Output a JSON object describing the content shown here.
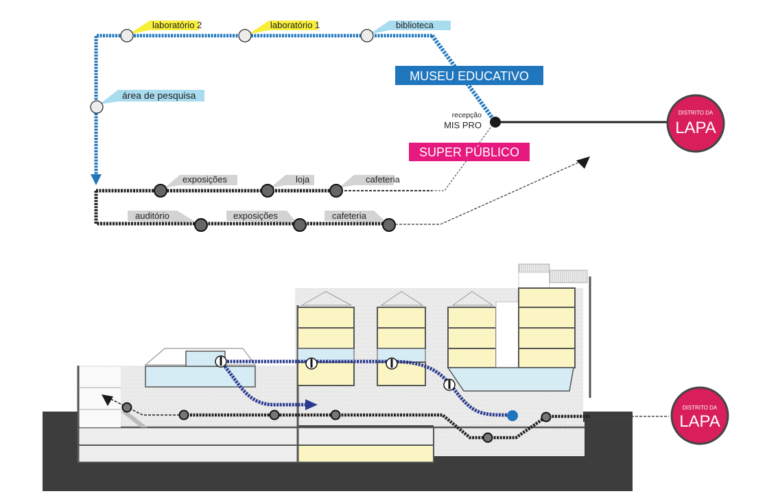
{
  "colors": {
    "blue_route": "#1f76bd",
    "dark_blue_route": "#2a3a8f",
    "black_route": "#222222",
    "yellow_tag": "#f7ef3a",
    "light_blue_tag": "#a9dcef",
    "grey_tag": "#d3d3d3",
    "museu_box": "#1f76bd",
    "super_box": "#e5197e",
    "lapa_circle": "#d81e5b",
    "lapa_ring": "#444444",
    "ground": "#3d3d3d",
    "floor_yellow": "#faf5c3",
    "floor_blue": "#d6ecf5",
    "concrete": "#e8e8e8"
  },
  "top_diagram": {
    "blue_stations": [
      {
        "label": "laboratório 2",
        "tag": "yellow"
      },
      {
        "label": "laboratório 1",
        "tag": "yellow"
      },
      {
        "label": "biblioteca",
        "tag": "light_blue"
      },
      {
        "label": "área de pesquisa",
        "tag": "light_blue"
      }
    ],
    "museu_label": "MUSEU EDUCATIVO",
    "reception_small": "recepção",
    "reception_big": "MIS PRO",
    "super_label": "SUPER PÚBLICO",
    "upper_grey_stations": [
      {
        "label": "exposições"
      },
      {
        "label": "loja"
      },
      {
        "label": "cafeteria"
      }
    ],
    "lower_grey_stations": [
      {
        "label": "auditório"
      },
      {
        "label": "exposições"
      },
      {
        "label": "cafeteria"
      }
    ],
    "destination": {
      "small": "DISTRITO DA",
      "big": "LAPA"
    }
  },
  "section_diagram": {
    "destination": {
      "small": "DISTRITO DA",
      "big": "LAPA"
    },
    "person_icons": 4,
    "circulation_nodes": 7
  }
}
